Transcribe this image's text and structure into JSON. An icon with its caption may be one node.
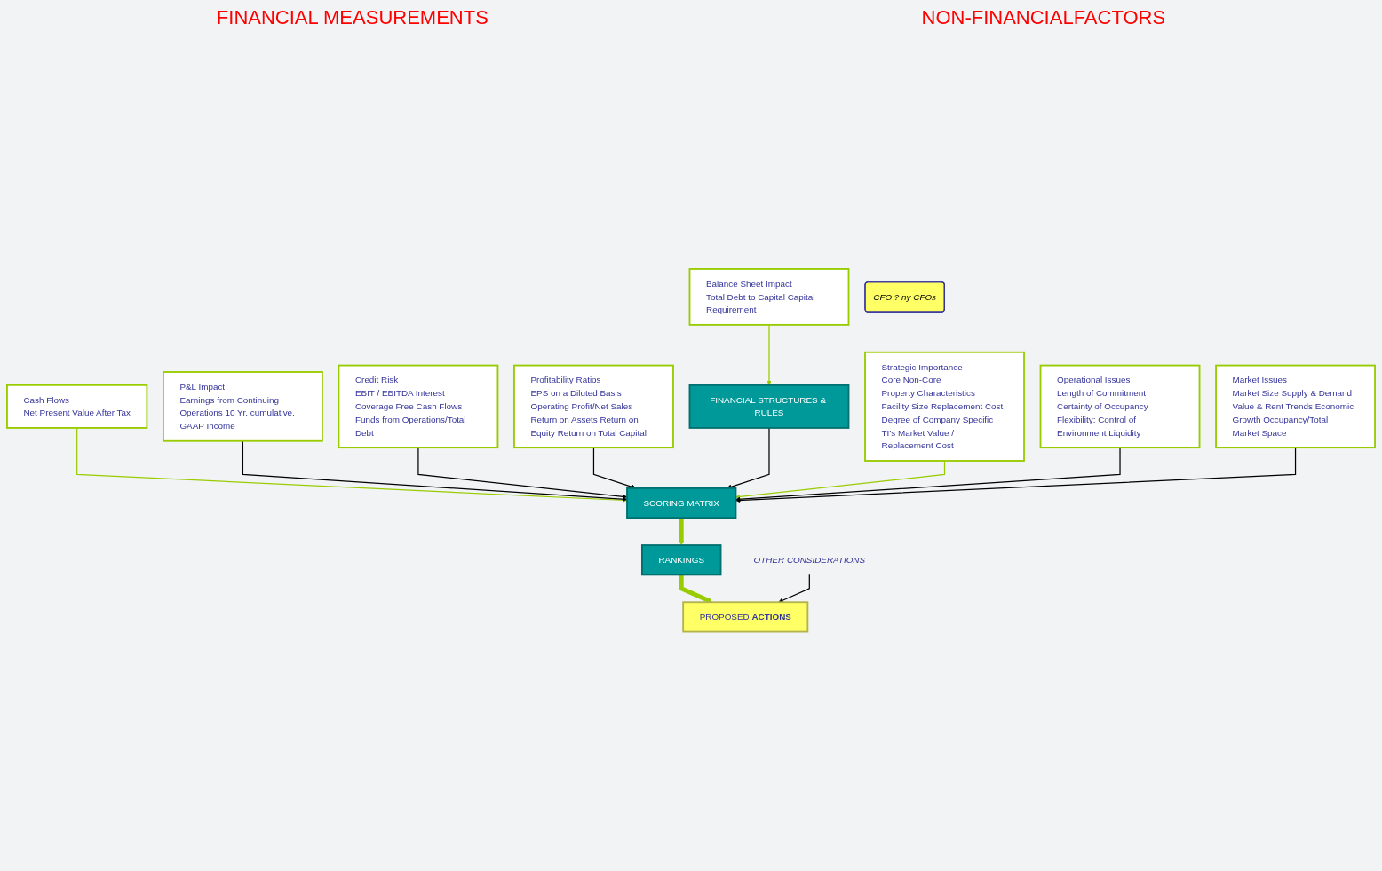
{
  "diagram": {
    "nodes": [
      {
        "text": [
          "Cash Flows",
          "Net Present Value After Tax"
        ]
      },
      {
        "text": [
          "Balance Sheet Impact",
          "Total Debt to Capital Capital Requirement"
        ]
      },
      {
        "text": [
          "P&L Impact",
          "Earnings from Continuing Operations 10 Yr. cumulative. GAAP Income"
        ]
      },
      {
        "text": [
          "Credit Risk",
          "EBIT / EBITDA Interest Coverage Free Cash Flows Funds from Operations/Total Debt"
        ]
      },
      {
        "text": [
          "Profitability Ratios",
          "EPS on a Diluted Basis Operating Profit/Net Sales Return on Assets Return on Equity Return on Total Capital"
        ]
      },
      {
        "text": [
          "Strategic Importance",
          "Core Non-Core",
          "Property Characteristics",
          "Facility Size Replacement Cost Degree of Company Specific TI’s Market Value / Replacement Cost"
        ]
      },
      {
        "text": [
          "Operational Issues",
          "Length of Commitment Certainty of Occupancy Flexibility: Control of Environment Liquidity"
        ]
      },
      {
        "text": [
          "Market Issues",
          "Market Size Supply & Demand Value & Rent Trends Economic Growth Occupancy/Total Market Space"
        ]
      },
      {
        "text": [
          "FINANCIAL STRUCTURES & RULES"
        ]
      },
      {
        "text": [
          "SCORING MATRIX"
        ]
      },
      {
        "text": [
          "RANKINGS"
        ]
      },
      {
        "text": [
          "PROPOSED **ACTIONS**"
        ]
      },
      {
        "text": [
          "OTHER CONSIDERATIONS"
        ]
      },
      {
        "text": [
          "CFO ? ny CFOs"
        ]
      }
    ],
    "edges": [
      {
        "from": 0,
        "to": 9,
        "arrow": "to",
        "color": "#99cc00"
      },
      {
        "from": 1,
        "to": 8,
        "arrow": "to",
        "color": "#99cc00"
      },
      {
        "from": 2,
        "to": 9,
        "arrow": "to"
      },
      {
        "from": 3,
        "to": 9,
        "arrow": "to"
      },
      {
        "from": 4,
        "to": 9,
        "arrow": "to"
      },
      {
        "from": 8,
        "to": 9,
        "arrow": "to"
      },
      {
        "from": 5,
        "to": 9,
        "arrow": "to",
        "color": "#99cc00"
      },
      {
        "from": 6,
        "to": 9,
        "arrow": "to"
      },
      {
        "from": 7,
        "to": 9,
        "arrow": "to"
      },
      {
        "from": 9,
        "to": 10,
        "arrow": "to",
        "style": "thick",
        "color": "#99cc00"
      },
      {
        "from": 10,
        "to": 11,
        "arrow": "to",
        "style": "thick",
        "color": "#99cc00"
      },
      {
        "from": 12,
        "to": 11,
        "arrow": "to"
      }
    ],
    "labels": [
      "FINANCIAL MEASUREMENTS",
      "NON-FINANCIALFACTORS"
    ]
  }
}
